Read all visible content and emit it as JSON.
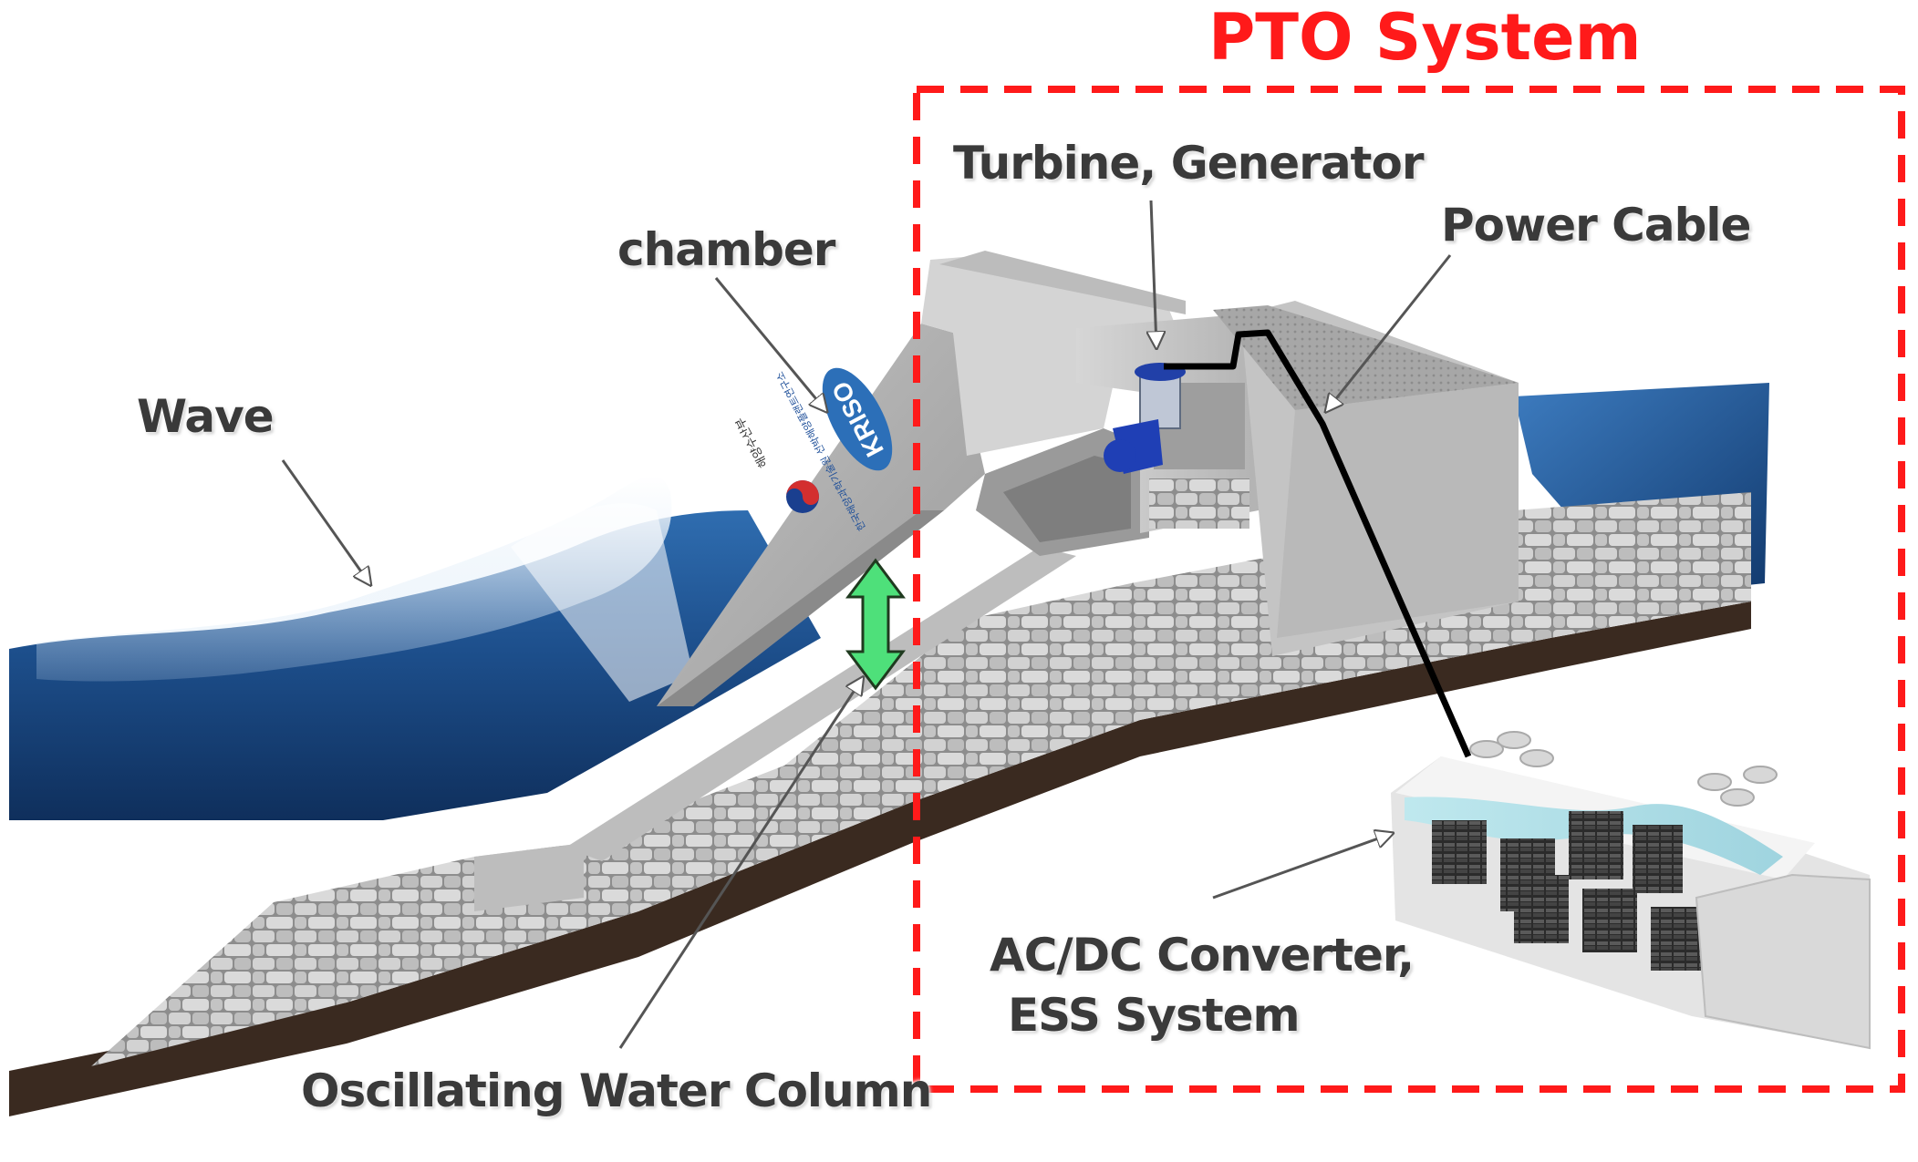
{
  "pto_title": "PTO System",
  "labels": {
    "wave": "Wave",
    "chamber": "chamber",
    "turbine": "Turbine, Generator",
    "power_cable": "Power Cable",
    "owc": "Oscillating Water Column",
    "ess_line1": "AC/DC Converter,",
    "ess_line2": "ESS System"
  },
  "chamber_logo": {
    "brand": "KRISO",
    "org_text": "한국해양과학기술원 선박해양플랜트연구소",
    "ministry": "해양수산부"
  },
  "colors": {
    "pto_box": "#ff1a1a",
    "cable": "#000000",
    "water_motion_arrow": "#4ee07a",
    "sea": "#1d4f8c",
    "concrete": "#c9c9c9",
    "ground": "#3a2a20"
  },
  "icons": {
    "water_motion": "double-arrow-vertical",
    "turbine": "air-turbine-generator",
    "ess": "battery-container"
  }
}
